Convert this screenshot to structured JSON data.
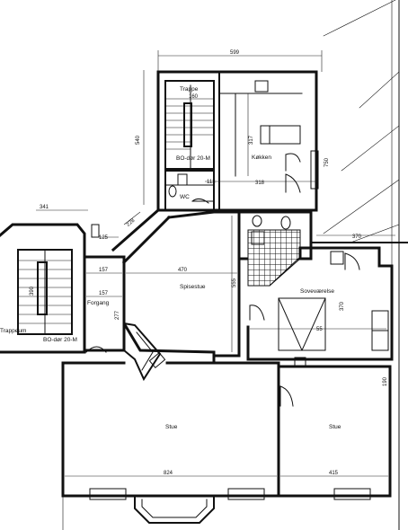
{
  "rooms": {
    "trappe": "Trappe",
    "trappe_dim": "160",
    "bo_dor_top": "BO-dør 20-M",
    "kokken": "Køkken",
    "wc": "WC",
    "spisestue": "Spisestue",
    "forgang": "Forgang",
    "trappeum": "Trappeum",
    "bo_dor_left": "BO-dør 20-M",
    "soveværelse": "Soveværelse",
    "stue_left": "Stue",
    "stue_right": "Stue"
  },
  "dimensions": {
    "top_width": "599",
    "stair_left_height": "540",
    "kitchen_depth": "317",
    "kitchen_width": "318",
    "wc_w": "113",
    "right_side": "750",
    "diag_a": "228",
    "diag_b": "341",
    "small_a": "125",
    "corr_157_top": "157",
    "corr_157_bot": "157",
    "corr_277": "277",
    "left_trap_390": "390",
    "spise_width": "470",
    "spise_height": "555",
    "bed_width": "370",
    "bed_height": "370",
    "bed_depth": "55",
    "right_190": "190",
    "stue_left_width": "824",
    "stue_right_width": "415"
  }
}
